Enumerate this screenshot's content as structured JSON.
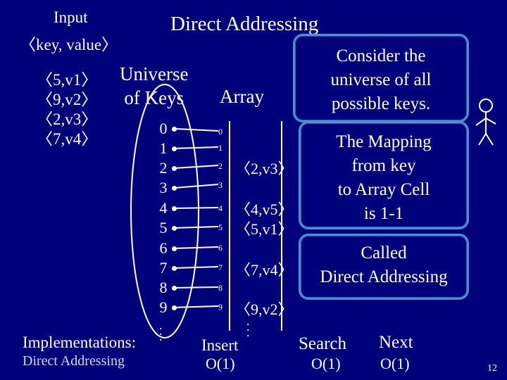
{
  "slide": {
    "title": "Direct Addressing",
    "input_label": "Input",
    "input_sub": "〈key, value〉",
    "pairs": [
      "〈5,v1〉",
      "〈9,v2〉",
      "〈2,v3〉",
      "〈7,v4〉"
    ],
    "universe_line1": "Universe",
    "universe_line2": "of Keys",
    "array_label": "Array",
    "keys": [
      "0",
      "1",
      "2",
      "3",
      "4",
      "5",
      "6",
      "7",
      "8",
      "9"
    ],
    "array_indices": [
      "0",
      "1",
      "2",
      "3",
      "4",
      "5",
      "6",
      "7",
      "8",
      "9"
    ],
    "cells": {
      "c2": "〈2,v3〉",
      "c4": "〈4,v5〉",
      "c5": "〈5,v1〉",
      "c7": "〈7,v4〉",
      "c9": "〈9,v2〉"
    },
    "callout1": [
      "Consider the",
      "universe of all",
      "possible keys."
    ],
    "callout2": [
      "The Mapping",
      "from key",
      "to Array Cell",
      "is 1-1"
    ],
    "callout3": [
      "Called",
      "Direct Addressing"
    ],
    "implementations_label": "Implementations:",
    "impl_value": "Direct Addressing",
    "insert_label": "Insert",
    "insert_value": "O(1)",
    "search_label": "Search",
    "search_value": "O(1)",
    "next_label": "Next",
    "next_value": "O(1)",
    "page_number": "12"
  },
  "colors": {
    "background": "#00007a",
    "callout_border": "#4a8fd8",
    "text": "#ffffff"
  }
}
